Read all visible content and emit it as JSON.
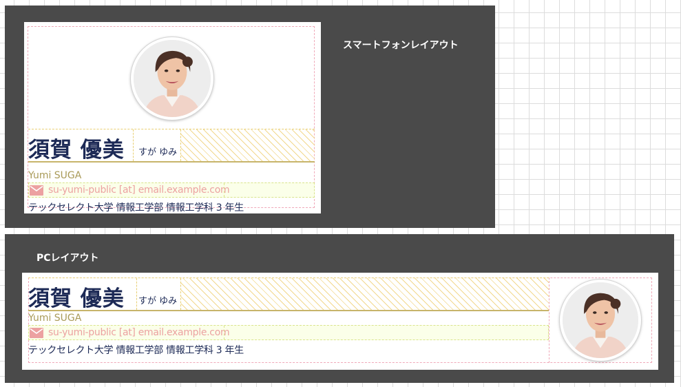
{
  "sections": {
    "smartphone": {
      "title": "スマートフォンレイアウト",
      "profile": {
        "photo_icon": "profile-photo",
        "name_kanji": "須賀 優美",
        "name_kana": "すが ゆみ",
        "name_romaji": "Yumi SUGA",
        "email_icon": "mail-icon",
        "email": "su-yumi-public [at] email.example.com",
        "affiliation": "テックセレクト大学 情報工学部 情報工学科 3 年生"
      }
    },
    "pc": {
      "title": "PCレイアウト",
      "profile": {
        "photo_icon": "profile-photo",
        "name_kanji": "須賀 優美",
        "name_kana": "すが ゆみ",
        "name_romaji": "Yumi SUGA",
        "email_icon": "mail-icon",
        "email": "su-yumi-public [at] email.example.com",
        "affiliation": "テックセレクト大学 情報工学部 情報工学科 3 年生"
      }
    }
  },
  "colors": {
    "panel_background": "#4a4a4a",
    "name_text": "#1d2a56",
    "romaji_text": "#a99a58",
    "email_text": "#eca1a1",
    "mail_icon": "#eca1a1",
    "guide_dash": "#f0a8b8"
  }
}
